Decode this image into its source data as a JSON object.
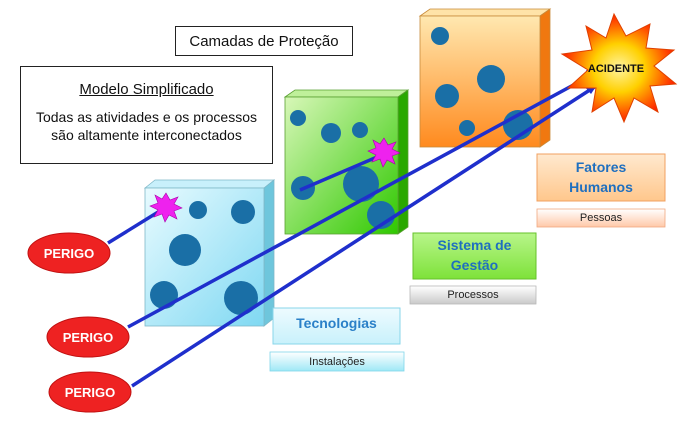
{
  "title": "Camadas de Proteção",
  "model": {
    "heading": "Modelo Simplificado",
    "line1": "Todas as atividades e os processos",
    "line2": "são altamente interconectados"
  },
  "hazards": [
    "PERIGO",
    "PERIGO",
    "PERIGO"
  ],
  "accident": "ACIDENTE",
  "layers": [
    {
      "name_l1": "Tecnologias",
      "name_l2": "",
      "sub": "Instalações",
      "color": "#a8e4f4"
    },
    {
      "name_l1": "Sistema de",
      "name_l2": "Gestão",
      "sub": "Processos",
      "color": "#66dd22"
    },
    {
      "name_l1": "Fatores",
      "name_l2": "Humanos",
      "sub": "Pessoas",
      "color": "#ffaa44"
    }
  ],
  "colors": {
    "hazard": "#ee2222",
    "arrow": "#1f2fcc",
    "hole": "#1a6fa6",
    "breach": "#ee22ee",
    "accident": "#ff2200"
  }
}
